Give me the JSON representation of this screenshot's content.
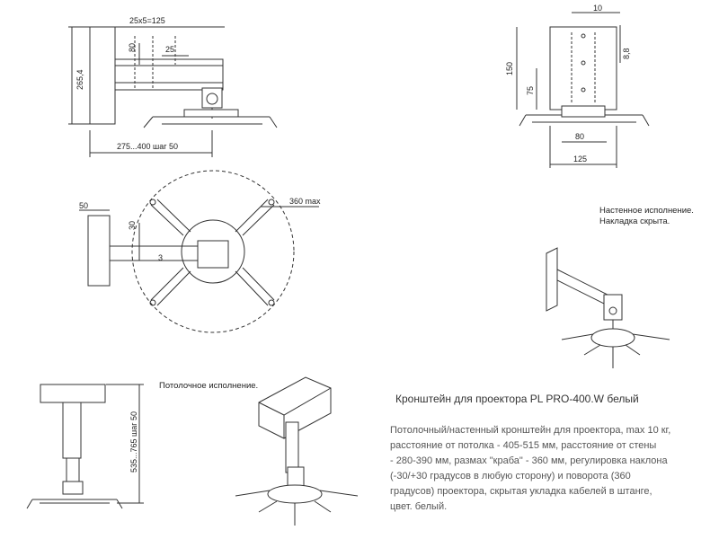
{
  "dims": {
    "pitch": "25x5=125",
    "d80": "80",
    "d25": "25",
    "height": "265,4",
    "reach": "275...400 шаг 50",
    "d10": "10",
    "d8_8": "8,8",
    "d150": "150",
    "d75": "75",
    "d80b": "80",
    "d125": "125",
    "d50": "50",
    "d30": "30",
    "max360": "360 max",
    "d3": "3",
    "drop": "535...765 шаг 50"
  },
  "notes": {
    "wall": [
      "Настенное исполнение.",
      "Накладка скрыта."
    ],
    "ceiling": "Потолочное исполнение."
  },
  "product": {
    "title": "Кронштейн для проектора PL PRO-400.W белый",
    "description": [
      "Потолочный/настенный кронштейн для проектора, max 10 кг,",
      "расстояние от потолка - 405-515 мм, расстояние от стены",
      "- 280-390 мм, размах \"краба\" - 360 мм, регулировка наклона",
      "(-30/+30 градусов в любую сторону) и поворота (360",
      "градусов) проектора, скрытая укладка кабелей в штанге,",
      "цвет. белый."
    ]
  }
}
